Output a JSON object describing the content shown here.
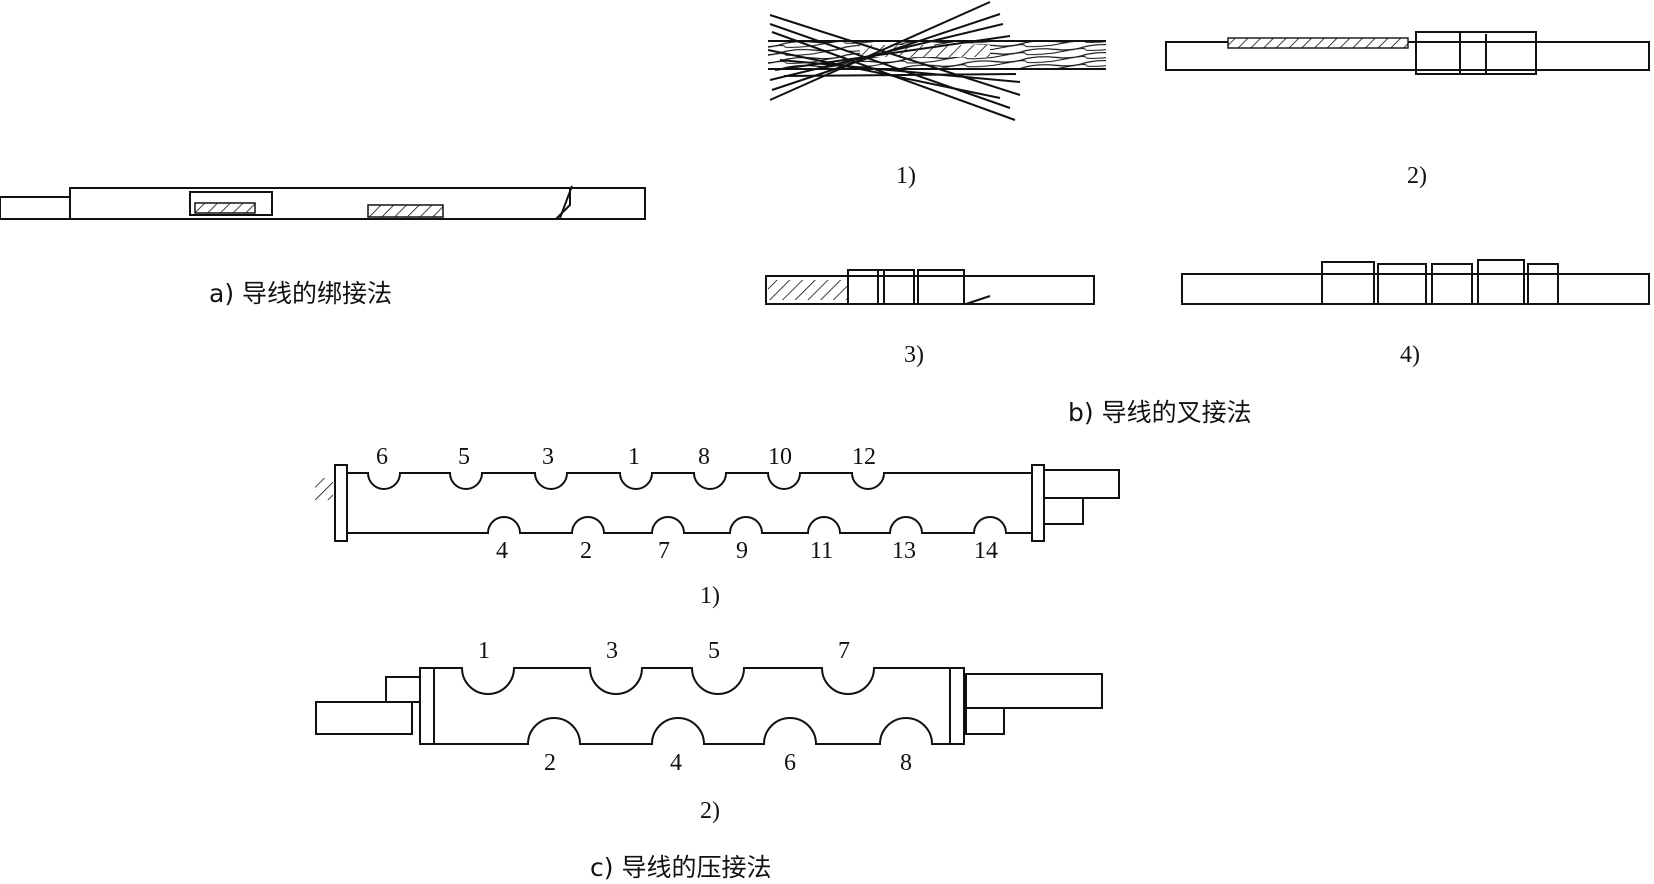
{
  "section_a": {
    "caption": "a) 导线的绑接法"
  },
  "section_b": {
    "caption": "b) 导线的叉接法",
    "steps": [
      "1)",
      "2)",
      "3)",
      "4)"
    ]
  },
  "section_c": {
    "caption": "c) 导线的压接法",
    "diagram1": {
      "label": "1)",
      "top_numbers": [
        "6",
        "5",
        "3",
        "1",
        "8",
        "10",
        "12"
      ],
      "bottom_numbers": [
        "4",
        "2",
        "7",
        "9",
        "11",
        "13",
        "14"
      ]
    },
    "diagram2": {
      "label": "2)",
      "top_numbers": [
        "1",
        "3",
        "5",
        "7"
      ],
      "bottom_numbers": [
        "2",
        "4",
        "6",
        "8"
      ]
    }
  },
  "colors": {
    "ink": "#111111",
    "paper": "#ffffff"
  }
}
